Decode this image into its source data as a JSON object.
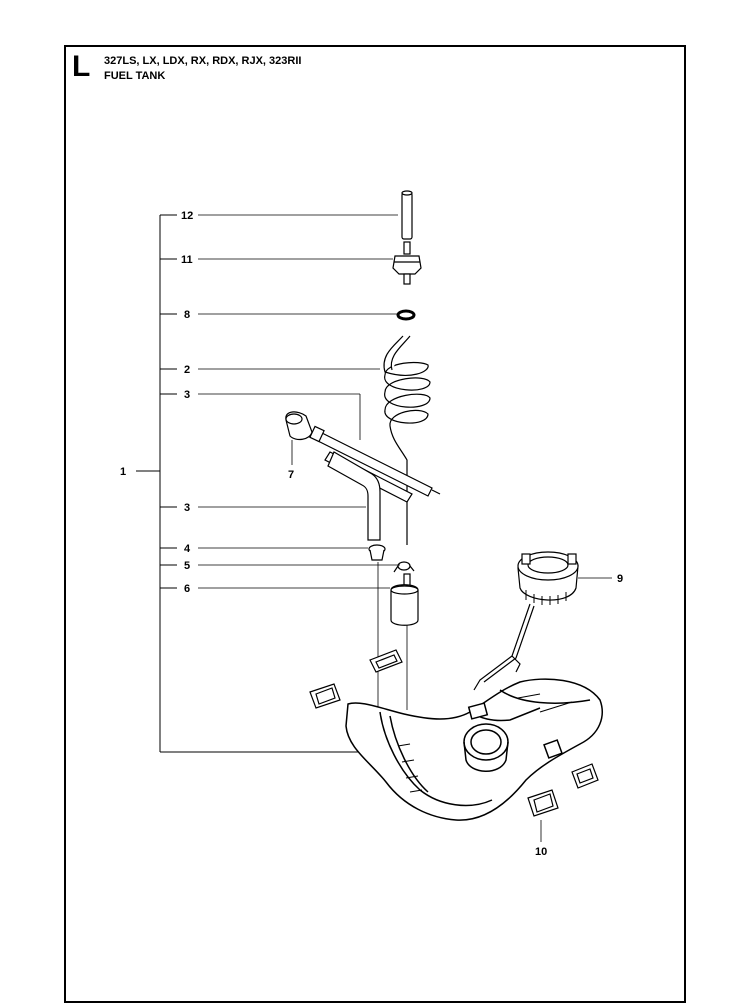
{
  "header": {
    "section_letter": "L",
    "models": "327LS, LX, LDX, RX, RDX, RJX, 323RII",
    "title": "FUEL TANK"
  },
  "callouts": {
    "p1": "1",
    "p12": "12",
    "p11": "11",
    "p8": "8",
    "p2": "2",
    "p3a": "3",
    "p7": "7",
    "p3b": "3",
    "p4": "4",
    "p5": "5",
    "p6": "6",
    "p9": "9",
    "p10": "10"
  }
}
